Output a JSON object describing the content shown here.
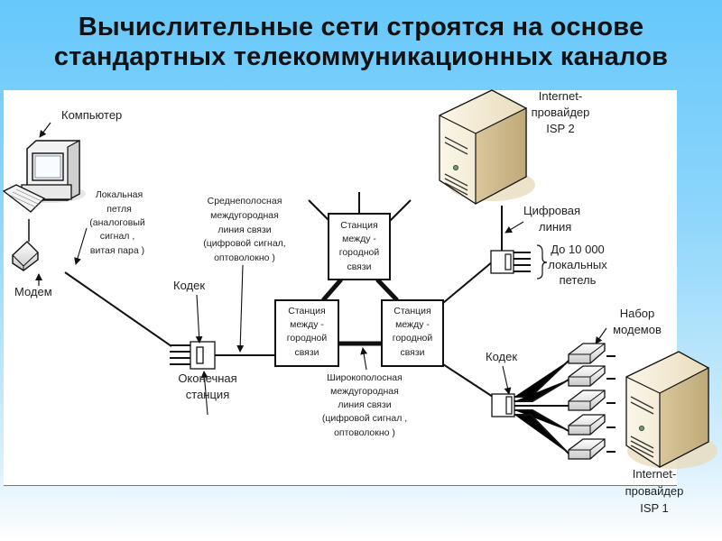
{
  "slide": {
    "title_line1": "Вычислительные сети строятся на основе",
    "title_line2": "стандартных телекоммуникационных каналов",
    "colors": {
      "background_top": "#66c8fb",
      "panel": "#ffffff",
      "server_body": "#efe6cf",
      "line": "#111111"
    }
  },
  "diagram": {
    "computer": {
      "label": "Компьютер"
    },
    "modem": {
      "label": "Модем"
    },
    "local_loop": {
      "lines": [
        "Локальная",
        "петля",
        "(аналоговый",
        "сигнал ,",
        "витая пара )"
      ]
    },
    "codec_left": {
      "label": "Кодек"
    },
    "end_station": {
      "lines": [
        "Оконечная",
        "станция"
      ]
    },
    "midband_link": {
      "lines": [
        "Среднеполосная",
        "междугородная",
        "линия связи",
        "(цифровой сигнал,",
        "оптоволокно )"
      ]
    },
    "stations": [
      {
        "lines": [
          "Станция",
          "между -",
          "городной",
          "связи"
        ]
      },
      {
        "lines": [
          "Станция",
          "между -",
          "городной",
          "связи"
        ]
      },
      {
        "lines": [
          "Станция",
          "между -",
          "городной",
          "связи"
        ]
      }
    ],
    "broadband_link": {
      "lines": [
        "Широкополосная",
        "междугородная",
        "линия связи",
        "(цифровой сигнал ,",
        "оптоволокно )"
      ]
    },
    "isp2": {
      "lines": [
        "Internet-",
        "провайдер",
        "ISP 2"
      ]
    },
    "digital_line": {
      "lines": [
        "Цифровая",
        "линия"
      ]
    },
    "local_loops_count": {
      "lines": [
        "До 10 000",
        "локальных",
        "петель"
      ]
    },
    "modem_bank": {
      "lines": [
        "Набор",
        "модемов"
      ]
    },
    "codec_right": {
      "label": "Кодек"
    },
    "isp1": {
      "lines": [
        "Internet-",
        "провайдер",
        "ISP 1"
      ]
    }
  }
}
